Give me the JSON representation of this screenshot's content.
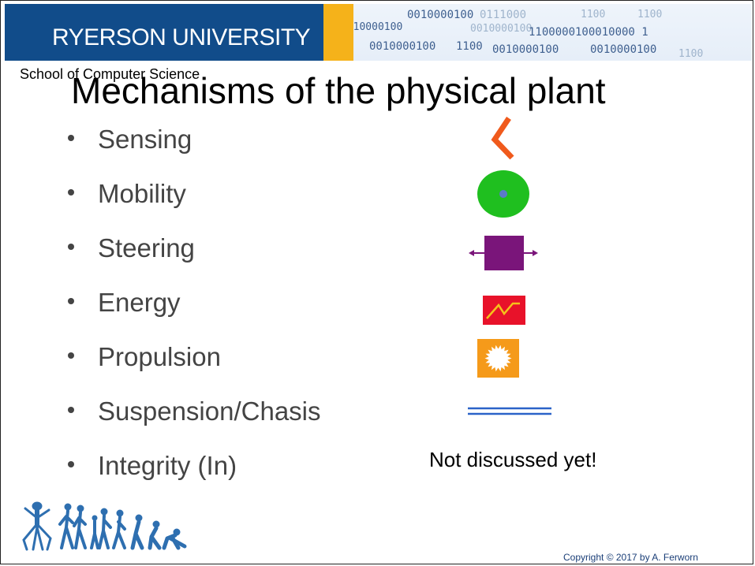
{
  "header": {
    "university": "RYERSON UNIVERSITY",
    "school": "School of Computer Science",
    "binary_strings": [
      "0010000100",
      "0010000100",
      "1100",
      "1100",
      "0010000100",
      "1100",
      "0010000100",
      "1100",
      "0010000100"
    ],
    "binary_row2": "1100000100010000 1",
    "binary_row1_tail": "0111000",
    "colors": {
      "banner": "#114c8a",
      "gold": "#f5b21a"
    }
  },
  "slide": {
    "title": "Mechanisms of the physical plant",
    "bullets": [
      {
        "label": "Sensing",
        "icon": "sensing-chevron-icon"
      },
      {
        "label": "Mobility",
        "icon": "mobility-wheel-icon"
      },
      {
        "label": "Steering",
        "icon": "steering-arrows-icon"
      },
      {
        "label": "Energy",
        "icon": "energy-zigzag-icon"
      },
      {
        "label": "Propulsion",
        "icon": "propulsion-starburst-icon"
      },
      {
        "label": "Suspension/Chasis",
        "icon": "suspension-lines-icon"
      },
      {
        "label": "Integrity (In)",
        "icon": ""
      }
    ],
    "note": "Not discussed yet!"
  },
  "footer": {
    "copyright": "Copyright ©  2017 by A. Ferworn"
  }
}
